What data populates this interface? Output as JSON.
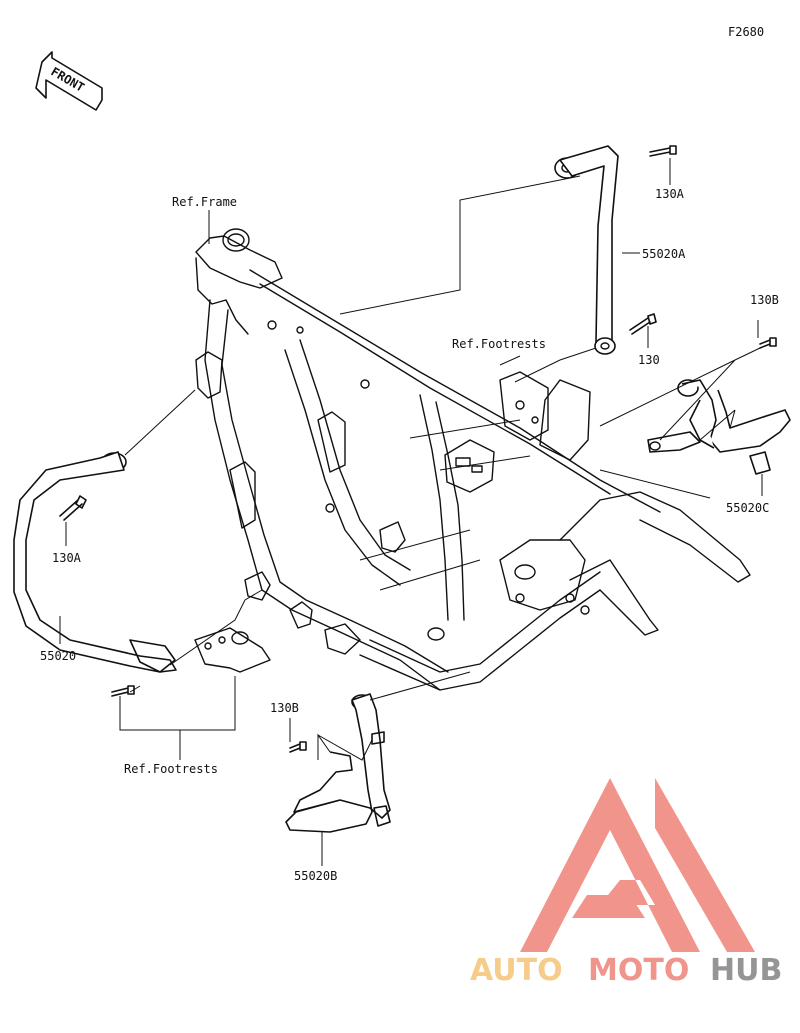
{
  "diagram_code": "F2680",
  "front_arrow_label": "FRONT",
  "labels": {
    "ref_frame": "Ref.Frame",
    "ref_footrests_top": "Ref.Footrests",
    "ref_footrests_bottom": "Ref.Footrests",
    "p130A_top": "130A",
    "p55020A": "55020A",
    "p130B_top": "130B",
    "p130": "130",
    "p55020C": "55020C",
    "p130A_left": "130A",
    "p55020": "55020",
    "p130B_bottom": "130B",
    "p55020B": "55020B"
  },
  "watermark": {
    "part1": "AUTO",
    "part2": "MOTO",
    "part3": "HUB",
    "colors": {
      "auto": "#f6c77e",
      "moto": "#ef8a80",
      "hub": "#8a8a8a",
      "triangle": "#f08a80"
    }
  }
}
